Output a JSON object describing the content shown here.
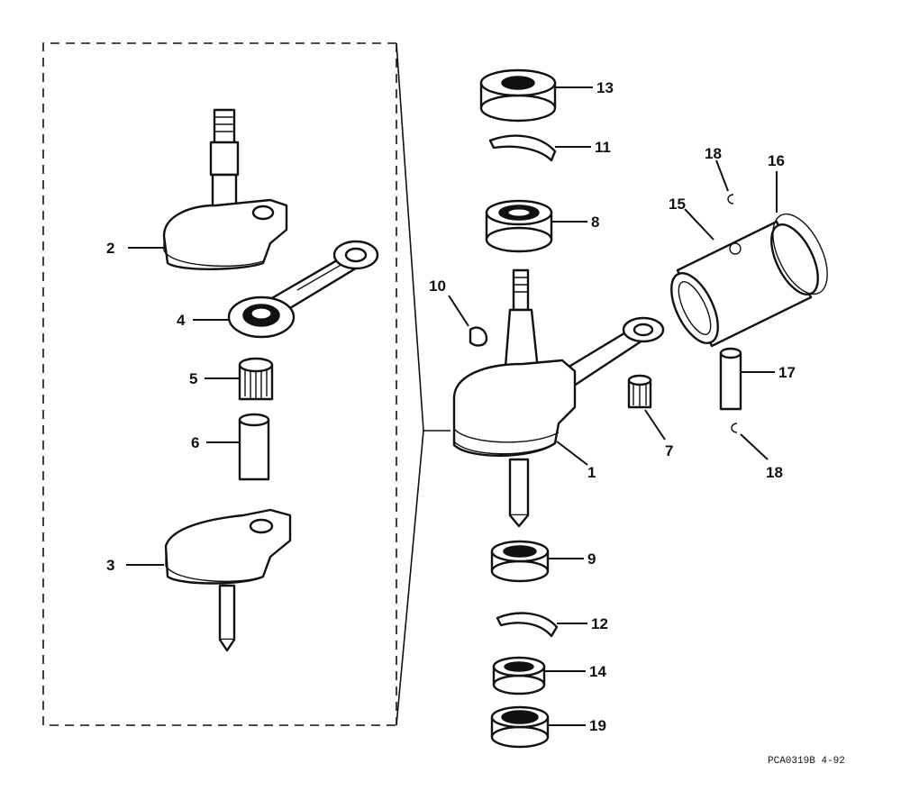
{
  "callouts": {
    "n1": "1",
    "n2": "2",
    "n3": "3",
    "n4": "4",
    "n5": "5",
    "n6": "6",
    "n7": "7",
    "n8": "8",
    "n9": "9",
    "n10": "10",
    "n11": "11",
    "n12": "12",
    "n13": "13",
    "n14": "14",
    "n15": "15",
    "n16": "16",
    "n17": "17",
    "n18a": "18",
    "n18b": "18",
    "n19": "19"
  },
  "drawing_code": "PCA0319B  4-92",
  "icons": [
    "crankshaft-assembly-icon",
    "upper-crank-half-icon",
    "lower-crank-half-icon",
    "connecting-rod-icon",
    "needle-bearing-icon",
    "crank-pin-icon",
    "ball-bearing-icon",
    "oil-seal-icon",
    "retaining-ring-icon",
    "woodruff-key-icon",
    "piston-icon",
    "piston-ring-icon",
    "piston-pin-icon",
    "pin-clip-icon"
  ]
}
